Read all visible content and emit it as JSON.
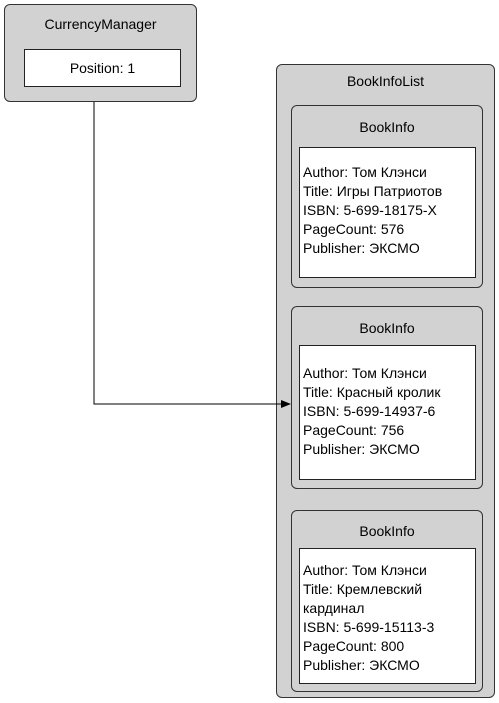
{
  "currency_manager": {
    "title": "CurrencyManager",
    "position_label": "Position: 1"
  },
  "book_info_list": {
    "title": "BookInfoList",
    "items": [
      {
        "title": "BookInfo",
        "lines": [
          "Author: Том Клэнси",
          "Title: Игры Патриотов",
          "ISBN: 5-699-18175-X",
          "PageCount: 576",
          "Publisher: ЭКСМО"
        ]
      },
      {
        "title": "BookInfo",
        "lines": [
          "Author: Том Клэнси",
          "Title: Красный кролик",
          "ISBN: 5-699-14937-6",
          "PageCount: 756",
          "Publisher: ЭКСМО"
        ]
      },
      {
        "title": "BookInfo",
        "lines": [
          "Author: Том Клэнси",
          "Title: Кремлевский",
          "кардинал",
          "ISBN: 5-699-15113-3",
          "PageCount: 800",
          "Publisher: ЭКСМО"
        ]
      }
    ]
  }
}
